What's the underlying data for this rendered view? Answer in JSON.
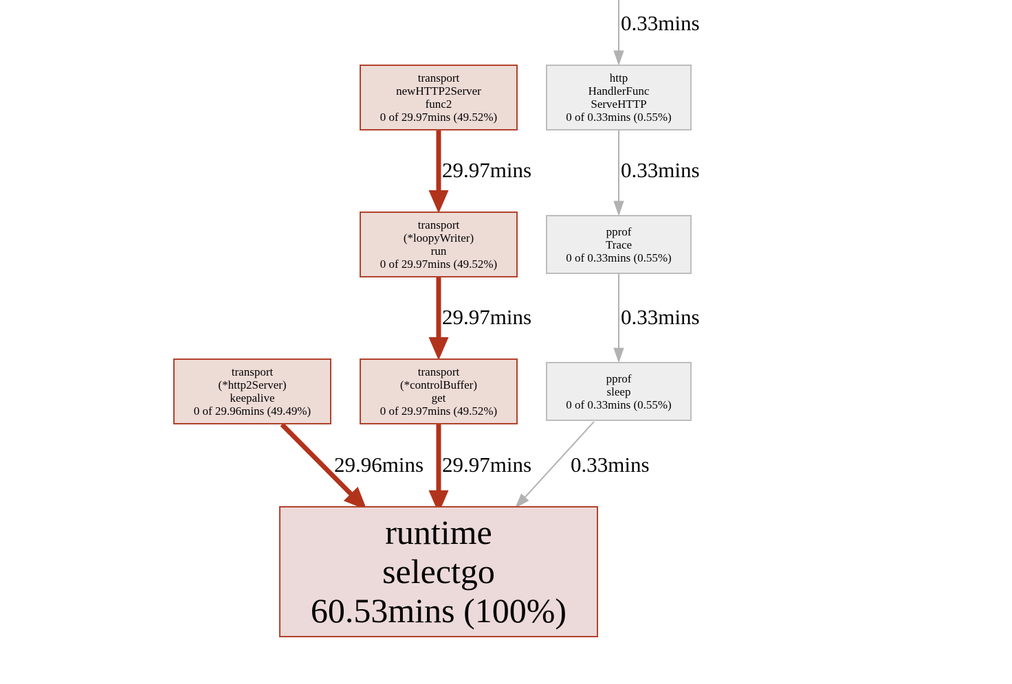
{
  "graph": {
    "nodes": {
      "n_func2": {
        "lines": [
          "transport",
          "newHTTP2Server",
          "func2",
          "0 of 29.97mins (49.52%)"
        ],
        "kind": "hot"
      },
      "n_http": {
        "lines": [
          "http",
          "HandlerFunc",
          "ServeHTTP",
          "0 of 0.33mins (0.55%)"
        ],
        "kind": "cold"
      },
      "n_loopy": {
        "lines": [
          "transport",
          "(*loopyWriter)",
          "run",
          "0 of 29.97mins (49.52%)"
        ],
        "kind": "hot"
      },
      "n_trace": {
        "lines": [
          "pprof",
          "Trace",
          "0 of 0.33mins (0.55%)"
        ],
        "kind": "cold"
      },
      "n_keepalive": {
        "lines": [
          "transport",
          "(*http2Server)",
          "keepalive",
          "0 of 29.96mins (49.49%)"
        ],
        "kind": "hot"
      },
      "n_ctrlbuf": {
        "lines": [
          "transport",
          "(*controlBuffer)",
          "get",
          "0 of 29.97mins (49.52%)"
        ],
        "kind": "hot"
      },
      "n_sleep": {
        "lines": [
          "pprof",
          "sleep",
          "0 of 0.33mins (0.55%)"
        ],
        "kind": "cold"
      },
      "n_selectgo": {
        "lines": [
          "runtime",
          "selectgo",
          "60.53mins (100%)"
        ],
        "kind": "root"
      }
    },
    "edges": {
      "e_in_http": {
        "label": "0.33mins",
        "kind": "cold"
      },
      "e_func2_loopy": {
        "label": "29.97mins",
        "kind": "hot"
      },
      "e_http_trace": {
        "label": "0.33mins",
        "kind": "cold"
      },
      "e_loopy_ctrl": {
        "label": "29.97mins",
        "kind": "hot"
      },
      "e_trace_sleep": {
        "label": "0.33mins",
        "kind": "cold"
      },
      "e_keep_select": {
        "label": "29.96mins",
        "kind": "hot"
      },
      "e_ctrl_select": {
        "label": "29.97mins",
        "kind": "hot"
      },
      "e_sleep_select": {
        "label": "0.33mins",
        "kind": "cold"
      }
    },
    "colors": {
      "hot_edge": "#b2331c",
      "cold_edge": "#b2b2b2",
      "hot_node_fill": "#eddbd6",
      "hot_node_border": "#b2422c",
      "cold_node_fill": "#eeeeee",
      "cold_node_border": "#bdbdbd",
      "root_node_fill": "#ecd9d9"
    }
  }
}
